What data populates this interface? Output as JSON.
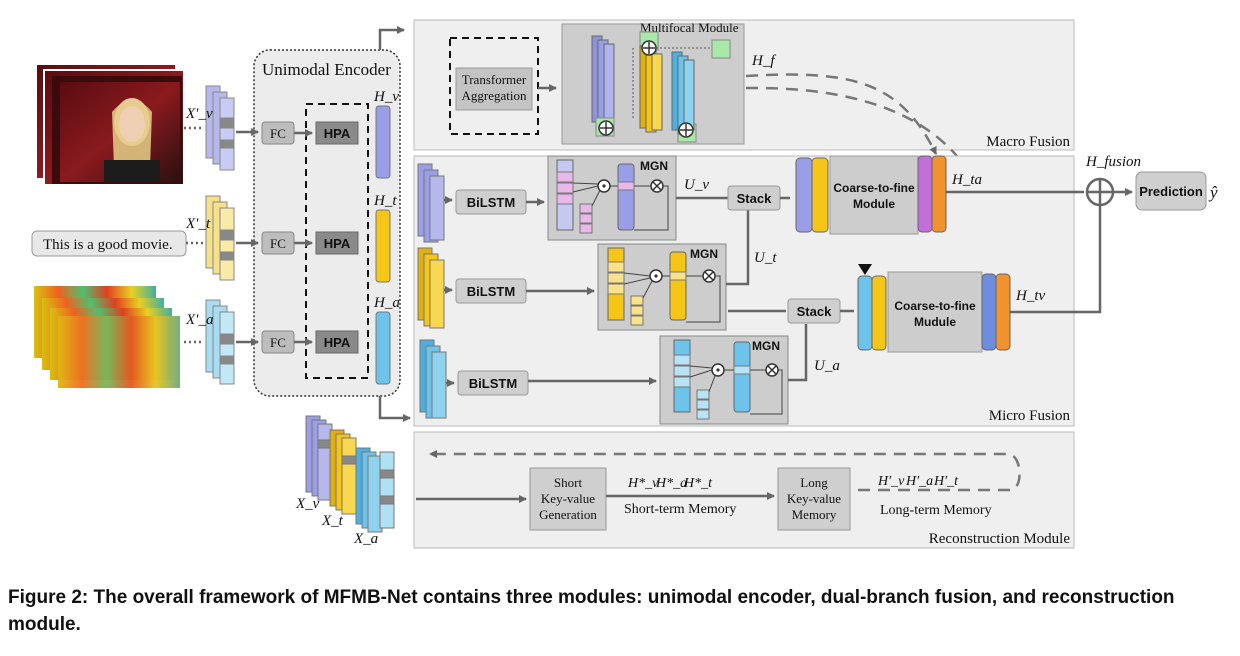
{
  "labels": {
    "unimodal_encoder": "Unimodal Encoder",
    "fc": "FC",
    "hpa": "HPA",
    "text_input": "This is a good movie.",
    "transformer_aggregation": [
      "Transformer",
      "Aggregation"
    ],
    "multifocal_module": "Multifocal  Module",
    "macro_fusion": "Macro Fusion",
    "micro_fusion": "Micro Fusion",
    "reconstruction_module": "Reconstruction Module",
    "bilstm": "BiLSTM",
    "mgn": "MGN",
    "stack": "Stack",
    "coarse_to_fine_1": [
      "Coarse-to-fine",
      "Module"
    ],
    "coarse_to_fine_2": [
      "Coarse-to-fine",
      "Mudule"
    ],
    "prediction": "Prediction",
    "short_kv": [
      "Short",
      "Key-value",
      "Generation"
    ],
    "long_kv": [
      "Long",
      "Key-value",
      "Memory"
    ],
    "short_term_memory": "Short-term Memory",
    "long_term_memory": "Long-term Memory"
  },
  "symbols": {
    "xv_prime": "X′_v",
    "xt_prime": "X′_t",
    "xa_prime": "X′_a",
    "hv": "H_v",
    "ht": "H_t",
    "ha": "H_a",
    "hf": "H_f",
    "uv": "U_v",
    "ut": "U_t",
    "ua": "U_a",
    "hta": "H_ta",
    "htv": "H_tv",
    "hfusion": "H_fusion",
    "yhat": "ŷ",
    "hv_star": "H*_v",
    "ha_star": "H*_a",
    "ht_star": "H*_t",
    "hv_prime": "H′_v",
    "ha_prime": "H′_a",
    "ht_prime": "H′_t",
    "xv": "X_v",
    "xt": "X_t",
    "xa": "X_a"
  },
  "colors": {
    "visual": "#9a9ee6",
    "text": "#f5c518",
    "audio": "#6ec3ea",
    "orange": "#f0922e",
    "purple": "#c070d8",
    "green": "#9fe0a0",
    "pink": "#e8b8ea",
    "panel": "#e6e6e6",
    "block": "#cdcdcd"
  },
  "caption": "Figure 2: The overall framework of MFMB-Net contains three modules: unimodal encoder, dual-branch fusion, and reconstruction module."
}
